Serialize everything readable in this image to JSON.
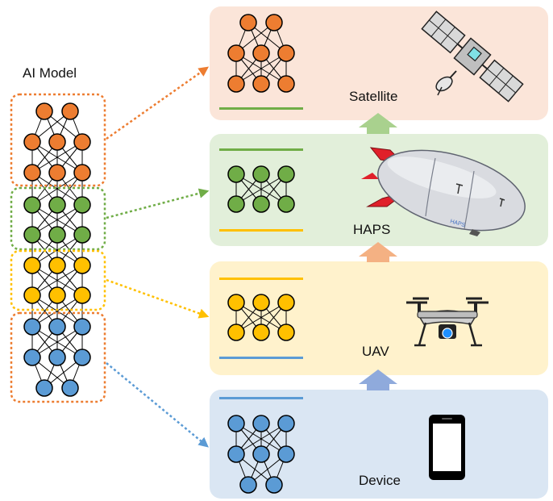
{
  "title": "AI Model",
  "tiers": [
    {
      "label": "Satellite",
      "bg": "#fbe5d9",
      "icon": "satellite-icon"
    },
    {
      "label": "HAPS",
      "bg": "#e2efda",
      "icon": "airship-icon",
      "decal": "HAPS"
    },
    {
      "label": "UAV",
      "bg": "#fff2cc",
      "icon": "drone-icon"
    },
    {
      "label": "Device",
      "bg": "#dae6f3",
      "icon": "smartphone-icon"
    }
  ],
  "colors": {
    "orange": "#ed7d31",
    "green": "#70ad47",
    "yellow": "#ffc000",
    "blue": "#5b9bd5",
    "node_stroke": "#000000"
  },
  "arrows": [
    "uav-to-haps-arrow",
    "haps-to-satellite-arrow",
    "device-to-uav-arrow"
  ]
}
